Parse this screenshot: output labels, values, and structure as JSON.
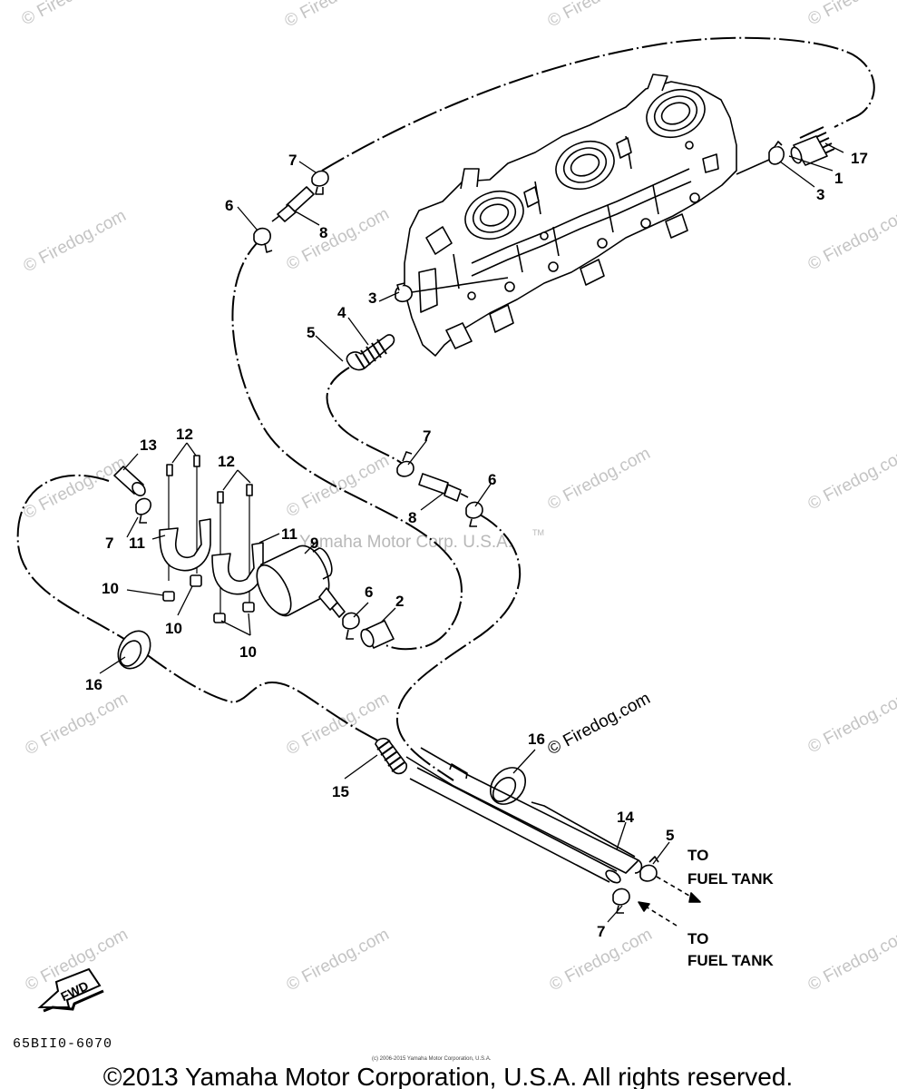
{
  "diagram": {
    "part_callouts": [
      {
        "id": "c17a",
        "label": "17"
      },
      {
        "id": "c1",
        "label": "1"
      },
      {
        "id": "c3a",
        "label": "3"
      },
      {
        "id": "c7a",
        "label": "7"
      },
      {
        "id": "c6a",
        "label": "6"
      },
      {
        "id": "c8a",
        "label": "8"
      },
      {
        "id": "c3b",
        "label": "3"
      },
      {
        "id": "c4",
        "label": "4"
      },
      {
        "id": "c5a",
        "label": "5"
      },
      {
        "id": "c7b",
        "label": "7"
      },
      {
        "id": "c6b",
        "label": "6"
      },
      {
        "id": "c8b",
        "label": "8"
      },
      {
        "id": "c13",
        "label": "13"
      },
      {
        "id": "c12a",
        "label": "12"
      },
      {
        "id": "c12b",
        "label": "12"
      },
      {
        "id": "c7c",
        "label": "7"
      },
      {
        "id": "c11a",
        "label": "11"
      },
      {
        "id": "c11b",
        "label": "11"
      },
      {
        "id": "c9",
        "label": "9"
      },
      {
        "id": "c10a",
        "label": "10"
      },
      {
        "id": "c10b",
        "label": "10"
      },
      {
        "id": "c10c",
        "label": "10"
      },
      {
        "id": "c6c",
        "label": "6"
      },
      {
        "id": "c2",
        "label": "2"
      },
      {
        "id": "c16a",
        "label": "16"
      },
      {
        "id": "c16b",
        "label": "16"
      },
      {
        "id": "c15",
        "label": "15"
      },
      {
        "id": "c14",
        "label": "14"
      },
      {
        "id": "c5b",
        "label": "5"
      },
      {
        "id": "c7d",
        "label": "7"
      }
    ],
    "destinations": [
      {
        "line1": "TO",
        "line2": "FUEL TANK"
      },
      {
        "line1": "TO",
        "line2": "FUEL TANK"
      }
    ],
    "fwd_label": "FWD",
    "drawing_code": "65BII0-6070",
    "center_watermark": "Yamaha Motor Corp. U.S.A.",
    "center_watermark_tm": "TM",
    "firedog_watermark": "© Firedog.com",
    "firedog_watermark_dark": "© Firedog.com",
    "tiny_copyright": "(c) 2006-2015 Yamaha Motor Corporation, U.S.A.",
    "footer_copyright": "©2013 Yamaha Motor Corporation, U.S.A. All rights reserved."
  }
}
